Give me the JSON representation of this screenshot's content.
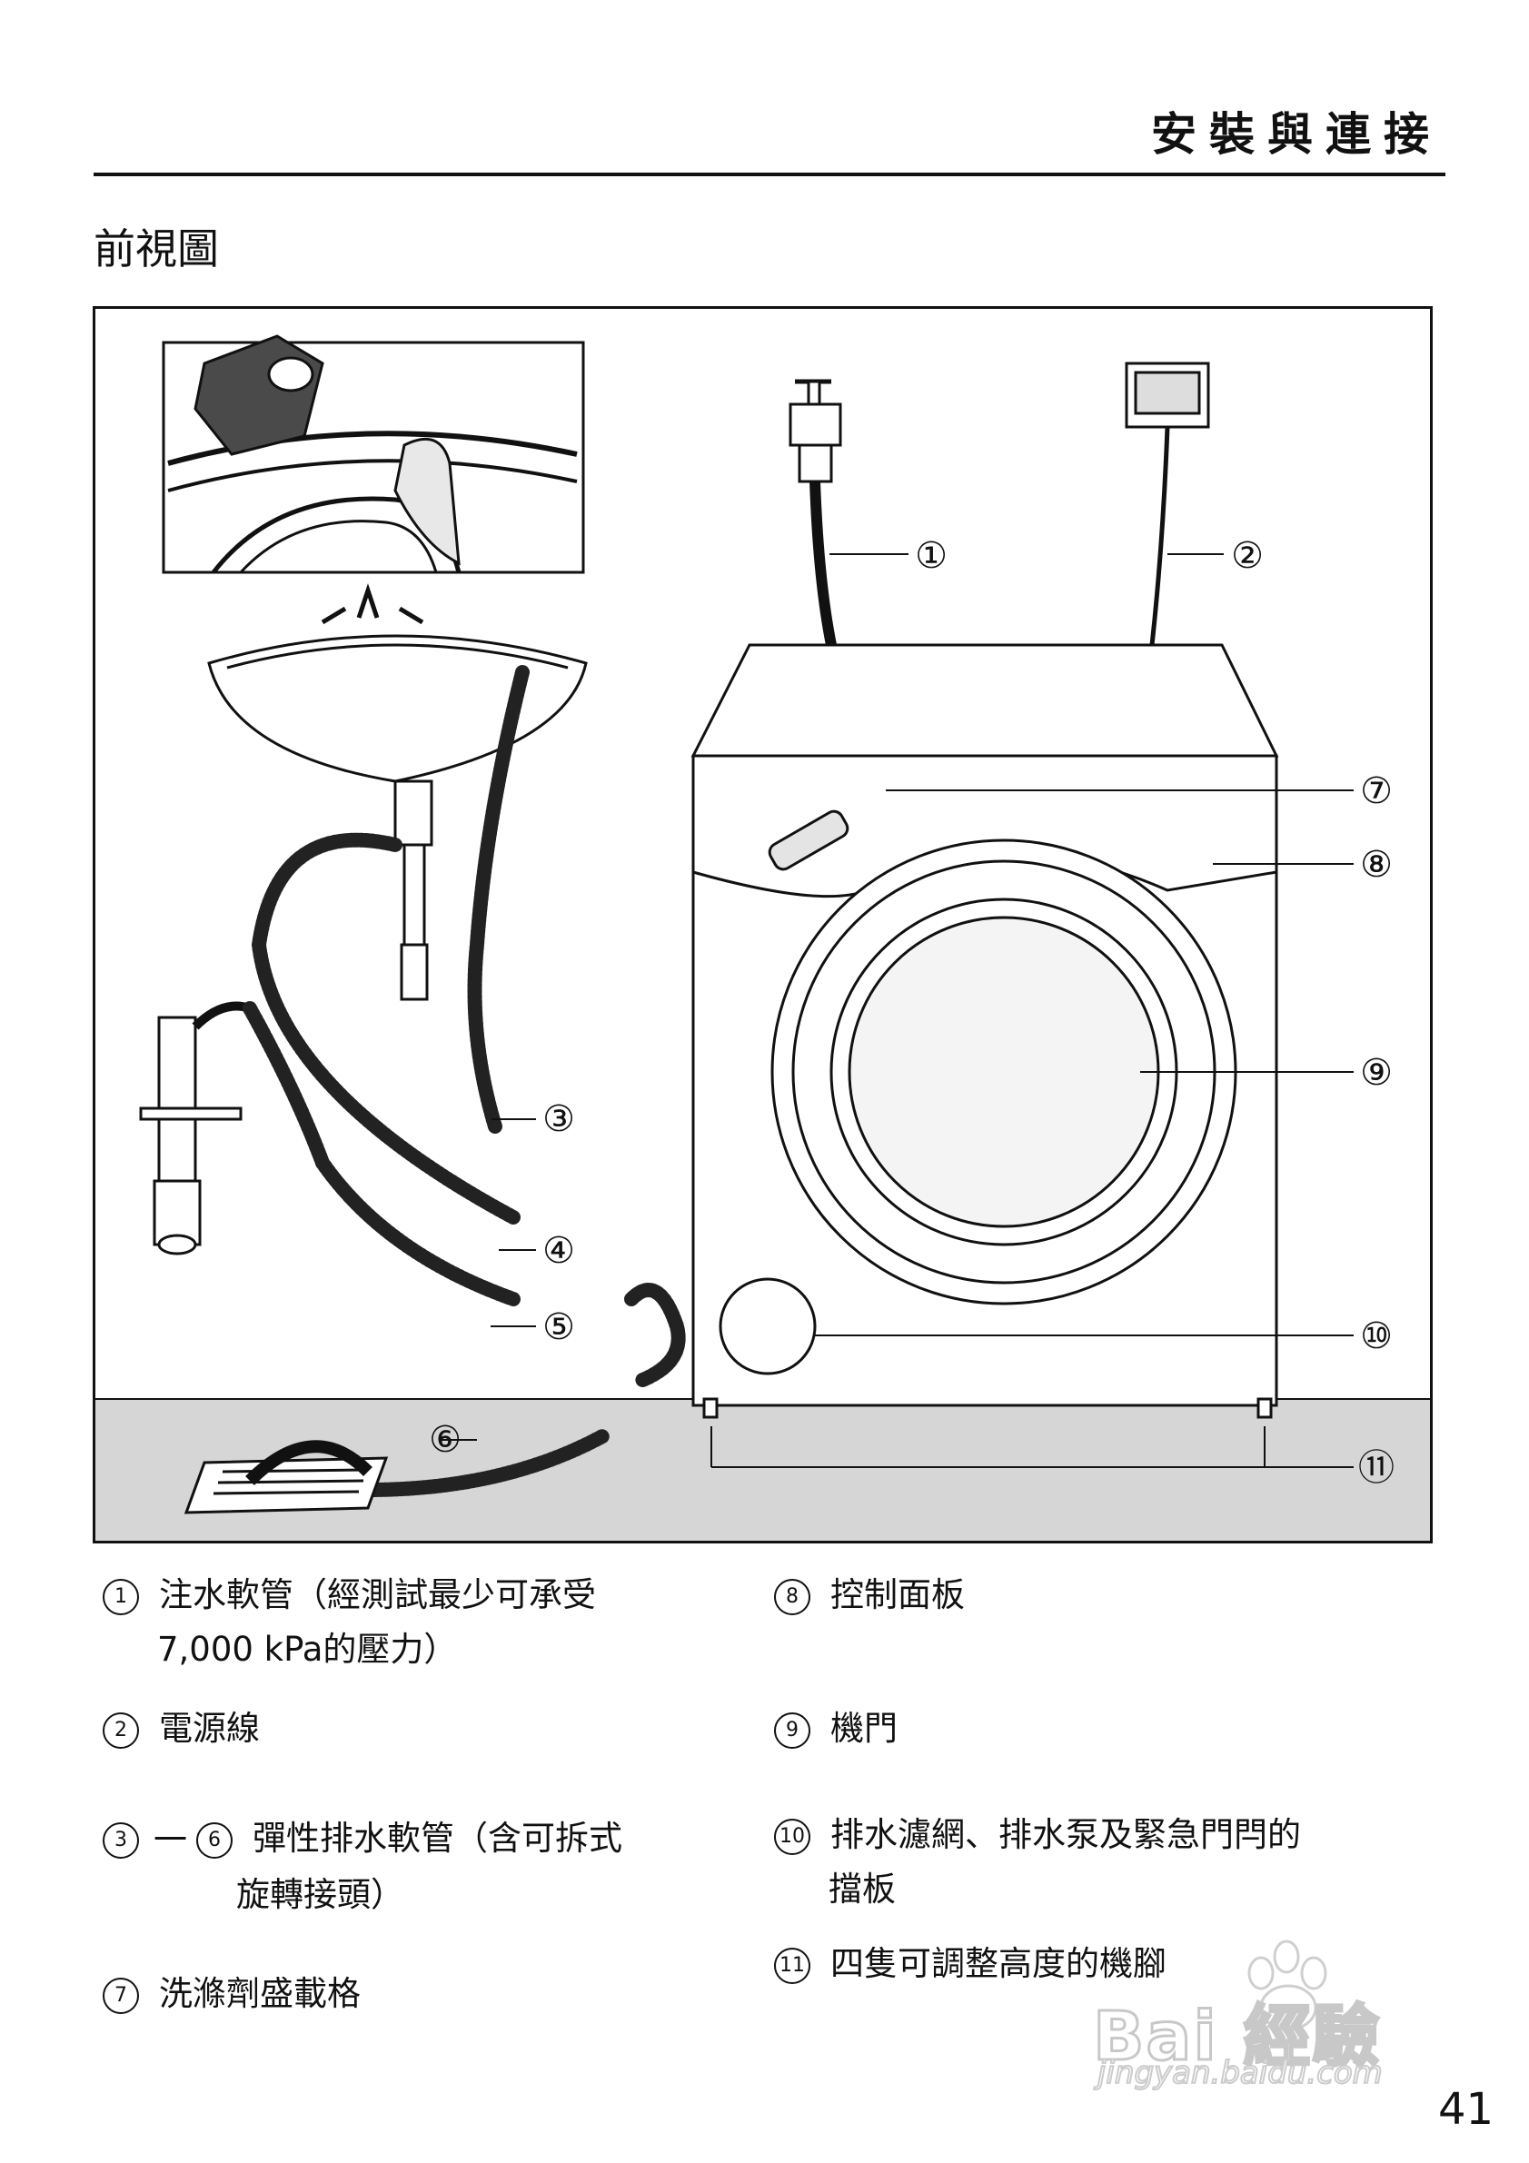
{
  "header": {
    "title": "安裝與連接"
  },
  "section": {
    "title": "前視圖"
  },
  "figure": {
    "callouts": [
      "①",
      "②",
      "③",
      "④",
      "⑤",
      "⑥",
      "⑦",
      "⑧",
      "⑨",
      "⑩",
      "⑪"
    ]
  },
  "legend": {
    "left": [
      {
        "num": "1",
        "text": "注水軟管（經測試最少可承受",
        "cont": "7,000 kPa的壓力）"
      },
      {
        "num": "2",
        "text": "電源線"
      },
      {
        "num": "3",
        "num2": "6",
        "sep": "一",
        "text": "彈性排水軟管（含可拆式",
        "cont": "旋轉接頭）"
      },
      {
        "num": "7",
        "text": "洗滌劑盛載格"
      }
    ],
    "right": [
      {
        "num": "8",
        "text": "控制面板"
      },
      {
        "num": "9",
        "text": "機門"
      },
      {
        "num": "10",
        "text": "排水濾網、排水泵及緊急門閂的",
        "cont": "擋板"
      },
      {
        "num": "11",
        "text": "四隻可調整高度的機腳"
      }
    ]
  },
  "watermark": {
    "brand": "Bai 經驗",
    "url": "jingyan.baidu.com"
  },
  "page": {
    "number": "41"
  }
}
